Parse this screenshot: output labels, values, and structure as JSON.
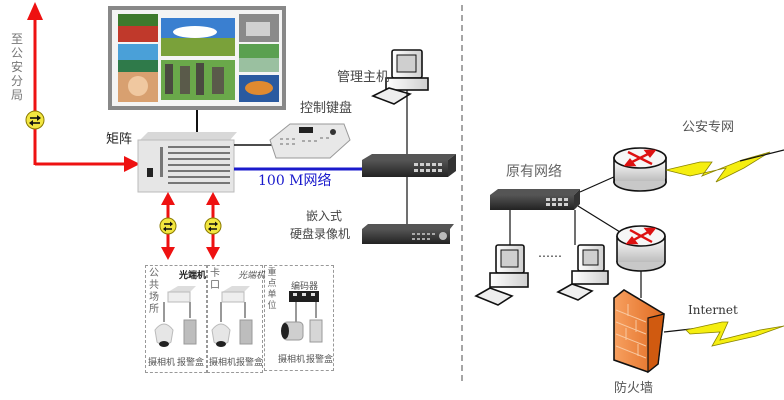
{
  "diagram": {
    "title_vertical": [
      "至",
      "公",
      "安",
      "分",
      "局"
    ],
    "matrix_label": "矩阵",
    "control_keyboard_label": "控制键盘",
    "management_host_label": "管理主机",
    "network_100m_label": "100  M网络",
    "dvr_label_line1": "嵌入式",
    "dvr_label_line2": "硬盘录像机",
    "existing_network_label": "原有网络",
    "police_network_label": "公安专网",
    "internet_label": "Internet",
    "firewall_label": "防火墙",
    "ellipsis": "……",
    "zones": [
      {
        "name_vertical": [
          "公",
          "共",
          "场",
          "所"
        ],
        "device_label": "光端机",
        "camera_label": "摄相机",
        "alarm_label": "报警盒"
      },
      {
        "name_vertical": [
          "卡",
          "口"
        ],
        "device_label": "光端机",
        "camera_label": "摄相机",
        "alarm_label": "报警盒"
      },
      {
        "name_vertical": [
          "重",
          "点",
          "单",
          "位"
        ],
        "device_label": "编码器",
        "camera_label": "摄相机",
        "alarm_label": "报警盒"
      }
    ],
    "colors": {
      "red_link": "#ee1111",
      "blue_link": "#1a1acc",
      "lightning": "#f5ee10",
      "firewall": "#f08a3a",
      "converter": "#f2e640",
      "router_arrow": "#dd1111"
    }
  }
}
